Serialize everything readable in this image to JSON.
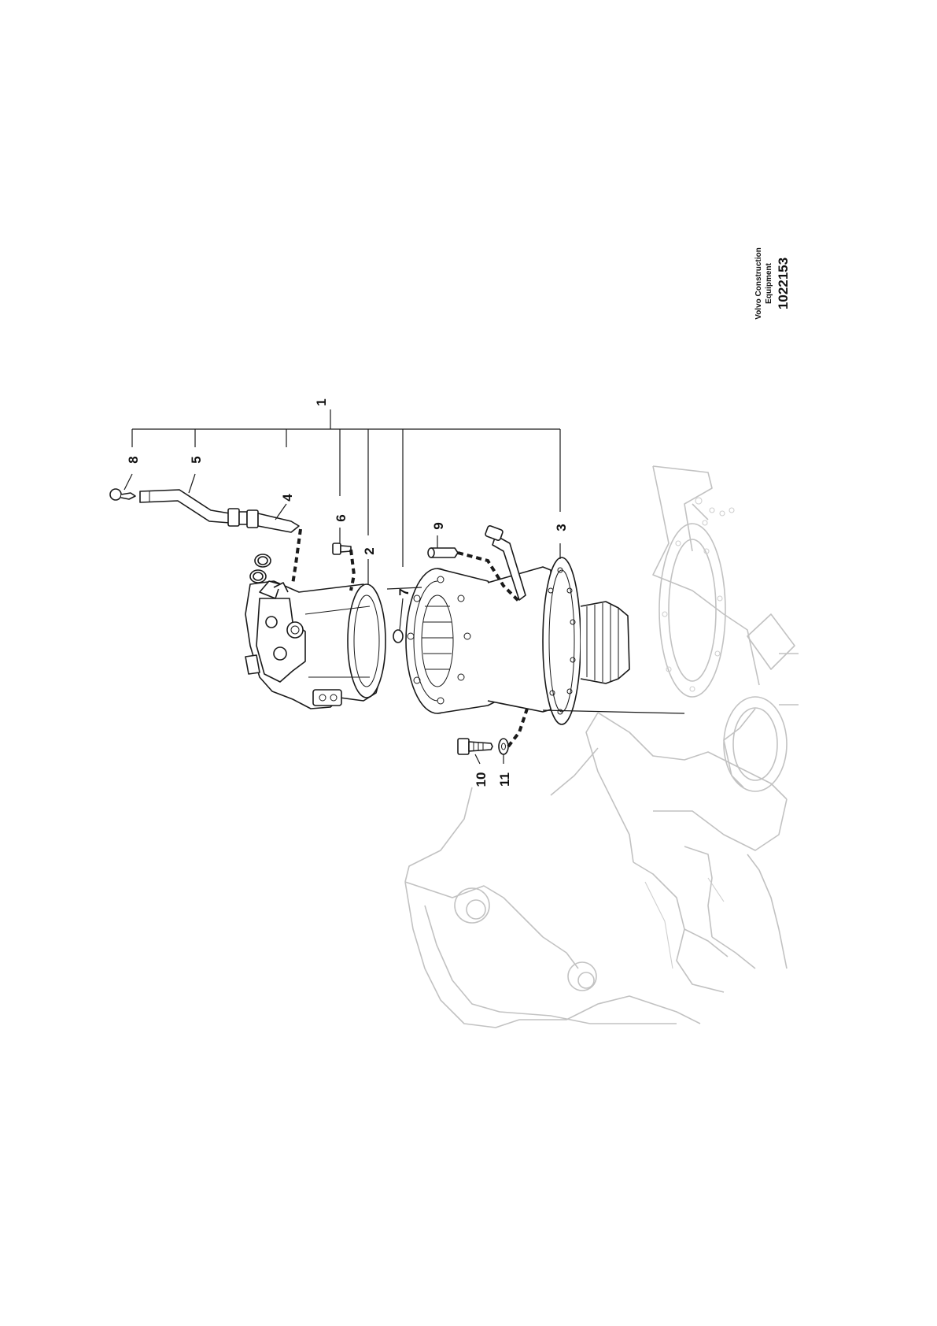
{
  "reference": {
    "line1": "Volvo Construction",
    "line2": "Equipment",
    "number": "1022153"
  },
  "callouts": {
    "c1": "1",
    "c2": "2",
    "c3": "3",
    "c4": "4",
    "c5": "5",
    "c6": "6",
    "c7": "7",
    "c8": "8",
    "c9": "9",
    "c10": "10",
    "c11": "11"
  },
  "colors": {
    "line": "#1a1a1a",
    "frame": "#c2c2c2",
    "background": "#ffffff"
  }
}
